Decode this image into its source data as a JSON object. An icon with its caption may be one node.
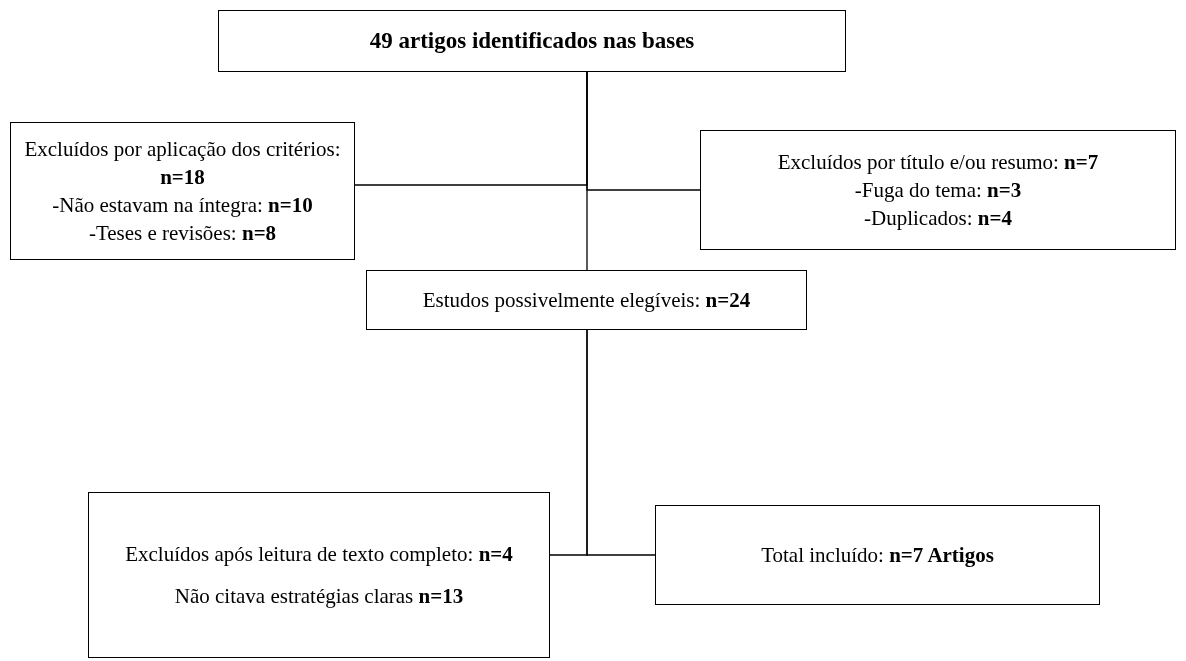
{
  "diagram": {
    "nodes": [
      {
        "text": [
          "49 artigos identificados nas bases"
        ]
      },
      {
        "text": [
          "Excluídos por aplicação dos critérios: **n=18**",
          "-Não estavam na íntegra: **n=10**",
          "-Teses e revisões: **n=8**"
        ]
      },
      {
        "text": [
          "Excluídos por título e/ou resumo: **n=7**",
          "-Fuga do tema: **n=3**",
          "-Duplicados: **n=4**"
        ]
      },
      {
        "text": [
          "Estudos possivelmente elegíveis: **n=24**"
        ]
      },
      {
        "text": [
          "Excluídos após leitura de texto completo: **n=4**",
          "Não citava estratégias claras **n=13**"
        ]
      },
      {
        "text": [
          "Total incluído: **n=7 Artigos**"
        ]
      }
    ],
    "edges": [
      {
        "from": 0,
        "to": 1,
        "arrow": "none"
      },
      {
        "from": 0,
        "to": 2,
        "arrow": "none"
      },
      {
        "from": 0,
        "to": 3,
        "arrow": "none"
      },
      {
        "from": 3,
        "to": 4,
        "arrow": "none"
      },
      {
        "from": 3,
        "to": 5,
        "arrow": "none"
      }
    ]
  }
}
